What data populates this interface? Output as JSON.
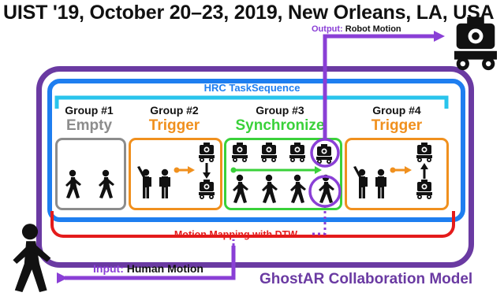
{
  "header": {
    "title": "UIST '19, October 20–23, 2019, New Orleans, LA, USA"
  },
  "task_sequence": {
    "title": "HRC TaskSequence"
  },
  "groups": [
    {
      "name": "Group #1",
      "type": "Empty",
      "color": "#8c8c8c"
    },
    {
      "name": "Group #2",
      "type": "Trigger",
      "color": "#f0901e"
    },
    {
      "name": "Group #3",
      "type": "Synchronize",
      "color": "#3ad13a"
    },
    {
      "name": "Group #4",
      "type": "Trigger",
      "color": "#f0901e"
    }
  ],
  "motion_mapping": {
    "label": "Motion Mapping with DTW"
  },
  "input": {
    "keyword": "Input:",
    "text": "Human Motion"
  },
  "output": {
    "keyword": "Output:",
    "text": "Robot Motion"
  },
  "model": {
    "label": "GhostAR Collaboration Model"
  },
  "colors": {
    "purple": "#8a3fd6",
    "blue": "#1e7ef0",
    "red": "#e41b1b",
    "cyan": "#29c4ec"
  }
}
